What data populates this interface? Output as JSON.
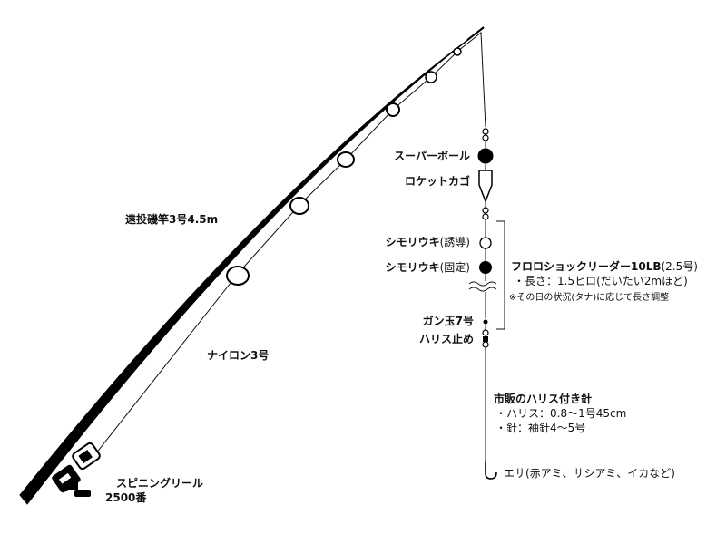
{
  "labels": {
    "rod": "遠投磯竿3号4.5m",
    "line": "ナイロン3号",
    "reel_line1": "スピニングリール",
    "reel_line2": "2500番",
    "super_ball": "スーパーボール",
    "rocket_kago": "ロケットカゴ",
    "float_sliding_name": "シモリウキ",
    "float_sliding_note": "(誘導)",
    "float_fixed_name": "シモリウキ",
    "float_fixed_note": "(固定)",
    "leader_title": "フロロショックリーダー10LB",
    "leader_title_note": "(2.5号)",
    "leader_length": "・長さ：1.5ヒロ(だいたい2mほど)",
    "leader_note": "※その日の状況(タナ)に応じて長さ調整",
    "split_shot": "ガン玉7号",
    "harisu_stopper": "ハリス止め",
    "hook_title": "市販のハリス付き針",
    "hook_harisu": "・ハリス：0.8〜1号45cm",
    "hook_size": "・針：袖針4〜5号",
    "bait": "エサ(赤アミ、サシアミ、イカなど)"
  },
  "colors": {
    "line": "#111111",
    "rod": "#000000",
    "background": "#ffffff"
  }
}
